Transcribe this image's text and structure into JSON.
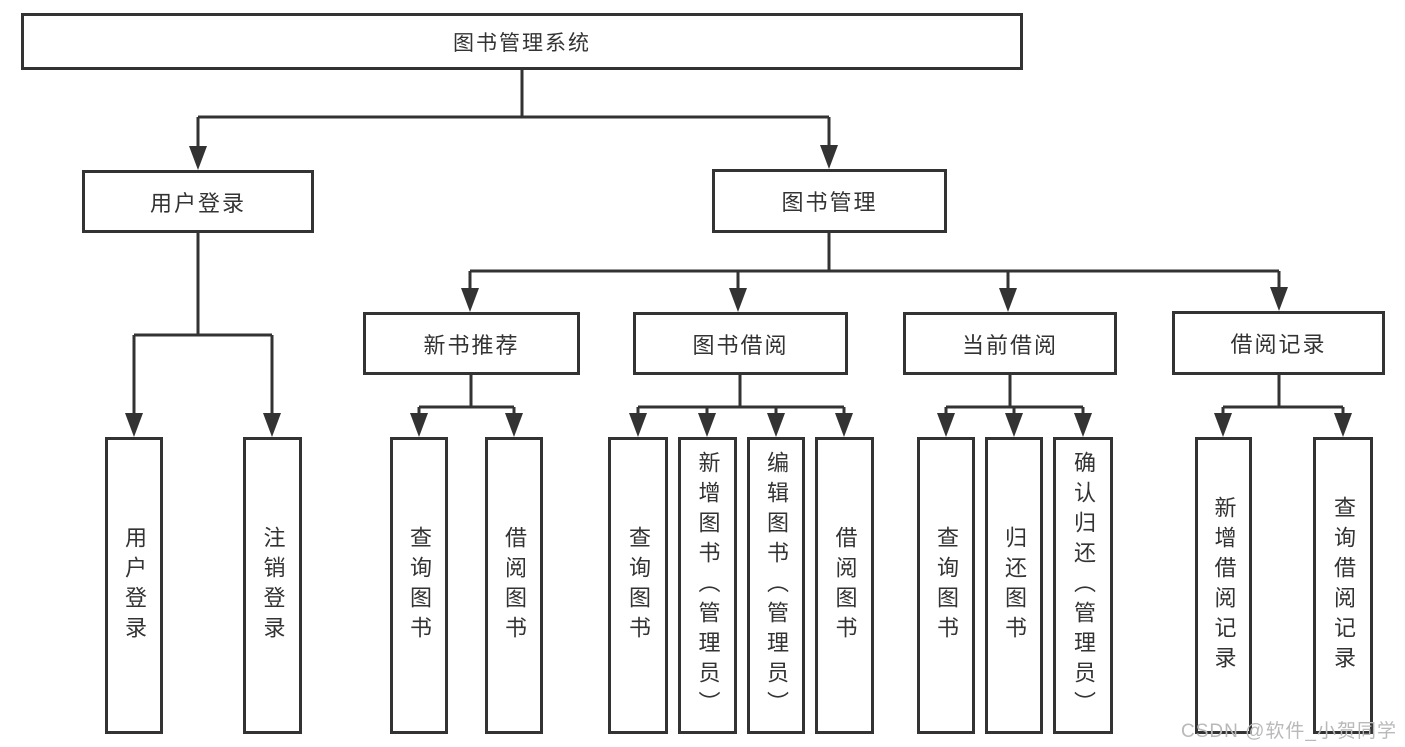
{
  "root": {
    "label": "图书管理系统"
  },
  "level2": [
    {
      "label": "用户登录"
    },
    {
      "label": "图书管理"
    }
  ],
  "level3": [
    {
      "label": "新书推荐"
    },
    {
      "label": "图书借阅"
    },
    {
      "label": "当前借阅"
    },
    {
      "label": "借阅记录"
    }
  ],
  "level4": {
    "user_login": [
      "用户登录",
      "注销登录"
    ],
    "new_book": [
      "查询图书",
      "借阅图书"
    ],
    "book_borrow": [
      "查询图书",
      "新增图书（管理员）",
      "编辑图书（管理员）",
      "借阅图书"
    ],
    "current_borrow": [
      "查询图书",
      "归还图书",
      "确认归还（管理员）"
    ],
    "borrow_record": [
      "新增借阅记录",
      "查询借阅记录"
    ]
  },
  "watermark": "CSDN @软件_小贺同学",
  "colors": {
    "line": "#333333",
    "box_border": "#333333",
    "box_fill": "#ffffff",
    "text": "#333333",
    "watermark": "#b9b9b9",
    "background": "#ffffff"
  }
}
